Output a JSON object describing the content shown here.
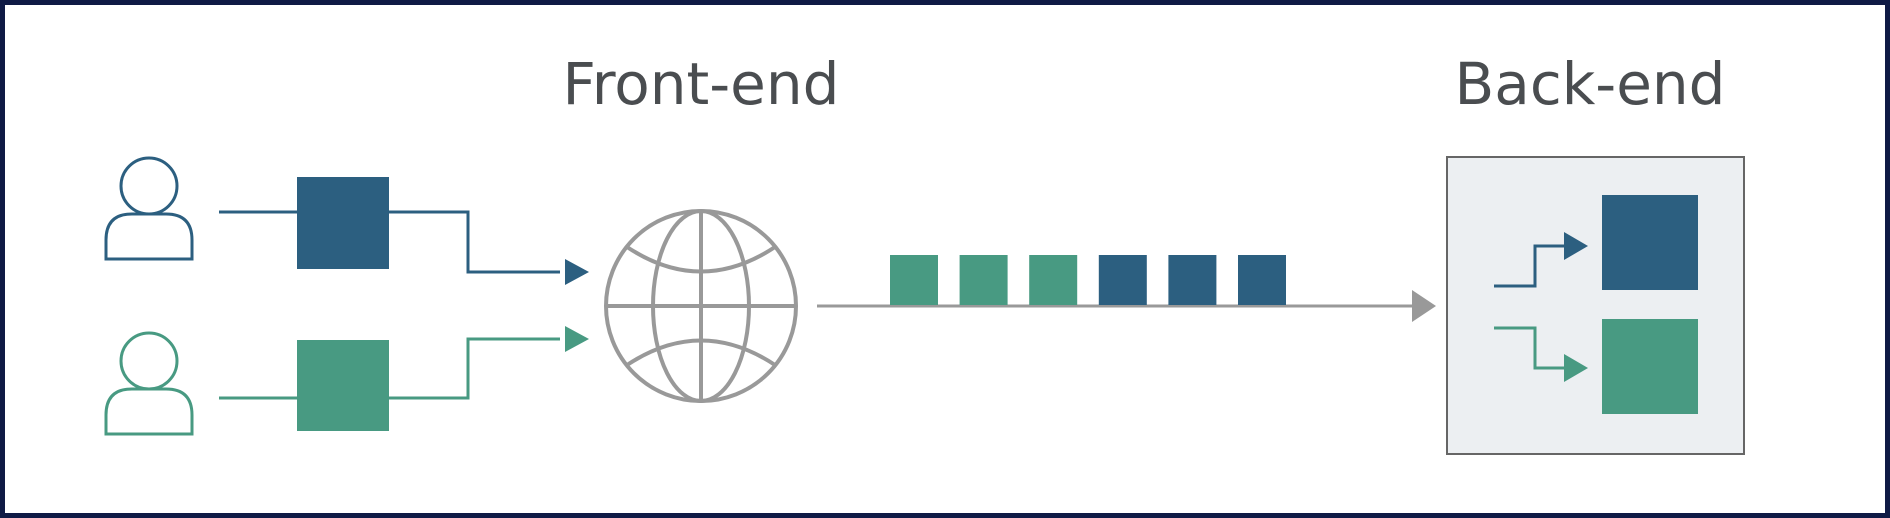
{
  "labels": {
    "frontend": "Front-end",
    "backend": "Back-end"
  },
  "colors": {
    "blue": "#2c5f80",
    "green": "#489a82",
    "gray": "#999999",
    "panel_fill": "#eceff2",
    "panel_stroke": "#666666",
    "frame": "#0f1a45",
    "text": "#4a4d50"
  },
  "icons": {
    "user_top": "user-icon",
    "user_bottom": "user-icon",
    "network": "globe-icon"
  },
  "queue": {
    "packets": [
      "green",
      "green",
      "green",
      "blue",
      "blue",
      "blue"
    ]
  }
}
